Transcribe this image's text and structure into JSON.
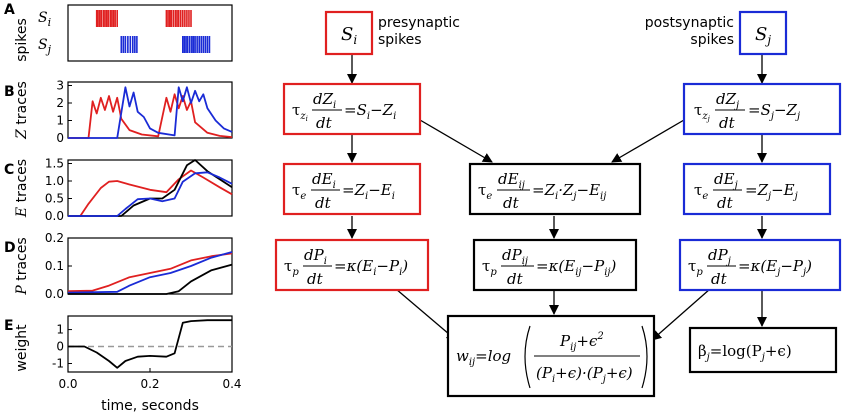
{
  "colors": {
    "pre": "#e02020",
    "post": "#1a2bd6",
    "joint": "#000000",
    "dashed": "#999999"
  },
  "panels": {
    "A": {
      "letter": "A",
      "ylabel": "spikes",
      "row1": "S",
      "row1_sub": "i",
      "row2": "S",
      "row2_sub": "j"
    },
    "B": {
      "letter": "B",
      "ylabel_var": "Z",
      "ylabel_word": " traces",
      "yticks": [
        "0",
        "1",
        "2",
        "3"
      ]
    },
    "C": {
      "letter": "C",
      "ylabel_var": "E",
      "ylabel_word": " traces",
      "yticks": [
        "0.0",
        "0.5",
        "1.0",
        "1.5"
      ]
    },
    "D": {
      "letter": "D",
      "ylabel_var": "P",
      "ylabel_word": " traces",
      "yticks": [
        "0.0",
        "0.1",
        "0.2"
      ]
    },
    "E": {
      "letter": "E",
      "ylabel": "weight",
      "yticks": [
        "-1",
        "0",
        "1"
      ],
      "xticks": [
        "0.0",
        "0.2",
        "0.4"
      ],
      "xlabel": "time, seconds"
    }
  },
  "chart_data": [
    {
      "type": "raster",
      "series": [
        {
          "name": "Si",
          "color": "#e02020",
          "spikes": [
            0.07,
            0.073,
            0.077,
            0.081,
            0.086,
            0.09,
            0.094,
            0.098,
            0.103,
            0.107,
            0.111,
            0.115,
            0.12,
            0.24,
            0.244,
            0.248,
            0.252,
            0.257,
            0.262,
            0.266,
            0.27,
            0.275,
            0.28,
            0.285,
            0.29,
            0.295,
            0.3
          ]
        },
        {
          "name": "Sj",
          "color": "#1a2bd6",
          "spikes": [
            0.13,
            0.135,
            0.14,
            0.146,
            0.152,
            0.158,
            0.163,
            0.168,
            0.28,
            0.284,
            0.288,
            0.292,
            0.297,
            0.302,
            0.306,
            0.31,
            0.315,
            0.32,
            0.325,
            0.33,
            0.335,
            0.34,
            0.345
          ]
        }
      ],
      "xlim": [
        0,
        0.4
      ]
    },
    {
      "type": "line",
      "ylim": [
        0,
        3.2
      ],
      "xlim": [
        0,
        0.4
      ],
      "series": [
        {
          "name": "Zi",
          "color": "#e02020",
          "points": [
            [
              0,
              0
            ],
            [
              0.05,
              0
            ],
            [
              0.06,
              2.1
            ],
            [
              0.07,
              1.4
            ],
            [
              0.08,
              2.3
            ],
            [
              0.09,
              1.6
            ],
            [
              0.1,
              2.4
            ],
            [
              0.11,
              1.5
            ],
            [
              0.12,
              2.3
            ],
            [
              0.13,
              1.1
            ],
            [
              0.15,
              0.45
            ],
            [
              0.18,
              0.2
            ],
            [
              0.22,
              0.1
            ],
            [
              0.24,
              2.3
            ],
            [
              0.25,
              1.5
            ],
            [
              0.26,
              2.5
            ],
            [
              0.27,
              1.7
            ],
            [
              0.28,
              2.4
            ],
            [
              0.29,
              1.6
            ],
            [
              0.3,
              2.1
            ],
            [
              0.31,
              0.9
            ],
            [
              0.34,
              0.3
            ],
            [
              0.37,
              0.12
            ],
            [
              0.4,
              0.05
            ]
          ]
        },
        {
          "name": "Zj",
          "color": "#1a2bd6",
          "points": [
            [
              0,
              0
            ],
            [
              0.12,
              0
            ],
            [
              0.14,
              2.9
            ],
            [
              0.15,
              1.8
            ],
            [
              0.16,
              2.6
            ],
            [
              0.17,
              1.5
            ],
            [
              0.185,
              1.2
            ],
            [
              0.2,
              0.55
            ],
            [
              0.22,
              0.3
            ],
            [
              0.26,
              0.15
            ],
            [
              0.27,
              2.9
            ],
            [
              0.28,
              2.1
            ],
            [
              0.29,
              2.9
            ],
            [
              0.3,
              2.0
            ],
            [
              0.31,
              2.7
            ],
            [
              0.32,
              2.1
            ],
            [
              0.33,
              2.5
            ],
            [
              0.34,
              1.7
            ],
            [
              0.36,
              1.0
            ],
            [
              0.38,
              0.55
            ],
            [
              0.4,
              0.35
            ]
          ]
        }
      ]
    },
    {
      "type": "line",
      "ylim": [
        0,
        1.6
      ],
      "xlim": [
        0,
        0.4
      ],
      "series": [
        {
          "name": "Ei",
          "color": "#e02020",
          "points": [
            [
              0,
              0
            ],
            [
              0.03,
              0
            ],
            [
              0.05,
              0.35
            ],
            [
              0.08,
              0.8
            ],
            [
              0.1,
              0.98
            ],
            [
              0.12,
              1.0
            ],
            [
              0.15,
              0.9
            ],
            [
              0.2,
              0.75
            ],
            [
              0.24,
              0.68
            ],
            [
              0.27,
              1.05
            ],
            [
              0.3,
              1.3
            ],
            [
              0.33,
              1.1
            ],
            [
              0.37,
              0.82
            ],
            [
              0.4,
              0.62
            ]
          ]
        },
        {
          "name": "Eij",
          "color": "#000000",
          "points": [
            [
              0,
              0
            ],
            [
              0.13,
              0
            ],
            [
              0.16,
              0.3
            ],
            [
              0.2,
              0.5
            ],
            [
              0.23,
              0.5
            ],
            [
              0.26,
              0.75
            ],
            [
              0.29,
              1.45
            ],
            [
              0.31,
              1.6
            ],
            [
              0.34,
              1.28
            ],
            [
              0.37,
              1.05
            ],
            [
              0.4,
              0.82
            ]
          ]
        },
        {
          "name": "Ej",
          "color": "#1a2bd6",
          "points": [
            [
              0,
              0
            ],
            [
              0.12,
              0
            ],
            [
              0.14,
              0.2
            ],
            [
              0.17,
              0.48
            ],
            [
              0.2,
              0.5
            ],
            [
              0.23,
              0.42
            ],
            [
              0.26,
              0.5
            ],
            [
              0.28,
              0.98
            ],
            [
              0.31,
              1.22
            ],
            [
              0.34,
              1.25
            ],
            [
              0.37,
              1.1
            ],
            [
              0.4,
              0.92
            ]
          ]
        }
      ]
    },
    {
      "type": "line",
      "ylim": [
        0,
        0.2
      ],
      "xlim": [
        0,
        0.4
      ],
      "series": [
        {
          "name": "Pi",
          "color": "#e02020",
          "points": [
            [
              0,
              0.01
            ],
            [
              0.06,
              0.012
            ],
            [
              0.1,
              0.03
            ],
            [
              0.15,
              0.06
            ],
            [
              0.2,
              0.075
            ],
            [
              0.25,
              0.09
            ],
            [
              0.3,
              0.12
            ],
            [
              0.35,
              0.135
            ],
            [
              0.4,
              0.145
            ]
          ]
        },
        {
          "name": "Pj",
          "color": "#1a2bd6",
          "points": [
            [
              0,
              0.005
            ],
            [
              0.12,
              0.008
            ],
            [
              0.15,
              0.03
            ],
            [
              0.2,
              0.06
            ],
            [
              0.25,
              0.075
            ],
            [
              0.3,
              0.1
            ],
            [
              0.35,
              0.13
            ],
            [
              0.4,
              0.15
            ]
          ]
        },
        {
          "name": "Pij",
          "color": "#000000",
          "points": [
            [
              0,
              0
            ],
            [
              0.24,
              0
            ],
            [
              0.27,
              0.01
            ],
            [
              0.3,
              0.045
            ],
            [
              0.35,
              0.085
            ],
            [
              0.4,
              0.105
            ]
          ]
        }
      ]
    },
    {
      "type": "line",
      "ylim": [
        -1.5,
        1.8
      ],
      "xlim": [
        0,
        0.4
      ],
      "hline": 0,
      "series": [
        {
          "name": "w",
          "color": "#000000",
          "points": [
            [
              0,
              0
            ],
            [
              0.04,
              0
            ],
            [
              0.07,
              -0.35
            ],
            [
              0.1,
              -0.85
            ],
            [
              0.12,
              -1.25
            ],
            [
              0.14,
              -0.85
            ],
            [
              0.17,
              -0.6
            ],
            [
              0.2,
              -0.55
            ],
            [
              0.24,
              -0.6
            ],
            [
              0.26,
              -0.4
            ],
            [
              0.28,
              1.4
            ],
            [
              0.3,
              1.5
            ],
            [
              0.34,
              1.55
            ],
            [
              0.4,
              1.55
            ]
          ]
        }
      ]
    }
  ],
  "diagram": {
    "si_note": "presynaptic\nspikes",
    "sj_note": "postsynaptic\nspikes",
    "eq_zi": {
      "tau": "τ",
      "tsub": "z",
      "tsubsub": "i",
      "num": "dZ",
      "num_sub": "i",
      "den": "dt",
      "rhs": "=S",
      "rhs_s1": "i",
      "rhs_mid": "−Z",
      "rhs_s2": "i"
    },
    "eq_zj": {
      "tau": "τ",
      "tsub": "z",
      "tsubsub": "j",
      "num": "dZ",
      "num_sub": "j",
      "den": "dt",
      "rhs": "=S",
      "rhs_s1": "j",
      "rhs_mid": "−Z",
      "rhs_s2": "j"
    },
    "eq_ei": {
      "tau": "τ",
      "tsub": "e",
      "num": "dE",
      "num_sub": "i",
      "den": "dt",
      "rhs": "=Z",
      "rhs_s1": "i",
      "rhs_mid": "−E",
      "rhs_s2": "i"
    },
    "eq_ej": {
      "tau": "τ",
      "tsub": "e",
      "num": "dE",
      "num_sub": "j",
      "den": "dt",
      "rhs": "=Z",
      "rhs_s1": "j",
      "rhs_mid": "−E",
      "rhs_s2": "j"
    },
    "eq_eij": {
      "tau": "τ",
      "tsub": "e",
      "num": "dE",
      "num_sub": "ij",
      "den": "dt",
      "rhs": "=Z",
      "rhs_s1": "i",
      "rhs_mid": "·Z",
      "rhs_s2": "j",
      "rhs_end": "−E",
      "rhs_s3": "ij"
    },
    "eq_pi": {
      "tau": "τ",
      "tsub": "p",
      "num": "dP",
      "num_sub": "i",
      "den": "dt",
      "rhs": "=κ(E",
      "rhs_s1": "i",
      "rhs_mid": "−P",
      "rhs_s2": "i",
      "rhs_end": ")"
    },
    "eq_pj": {
      "tau": "τ",
      "tsub": "p",
      "num": "dP",
      "num_sub": "j",
      "den": "dt",
      "rhs": "=κ(E",
      "rhs_s1": "j",
      "rhs_mid": "−P",
      "rhs_s2": "j",
      "rhs_end": ")"
    },
    "eq_pij": {
      "tau": "τ",
      "tsub": "p",
      "num": "dP",
      "num_sub": "ij",
      "den": "dt",
      "rhs": "=κ(E",
      "rhs_s1": "ij",
      "rhs_mid": "−P",
      "rhs_s2": "ij",
      "rhs_end": ")"
    },
    "eq_w": {
      "lhs": "w",
      "lhs_sub": "ij",
      "eq": "=log",
      "num": "P",
      "num_sub": "ij",
      "num_rest": "+ϵ",
      "num_sup": "2",
      "den": "(P",
      "den_s1": "i",
      "den_mid": "+ϵ)·(P",
      "den_s2": "j",
      "den_end": "+ϵ)"
    },
    "eq_beta": {
      "lhs": "β",
      "lhs_sub": "j",
      "rhs": "=log(P",
      "rhs_s1": "j",
      "rhs_end": "+ϵ)"
    },
    "si_label": {
      "main": "S",
      "sub": "i"
    },
    "sj_label": {
      "main": "S",
      "sub": "j"
    }
  }
}
